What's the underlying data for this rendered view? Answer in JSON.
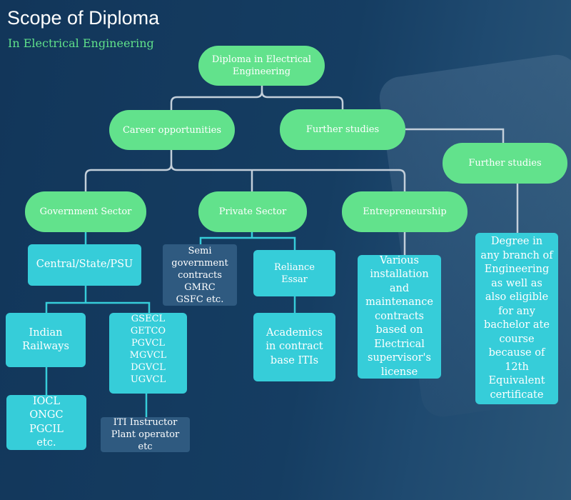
{
  "header": {
    "title": "Scope of Diploma",
    "subtitle": "In Electrical Engineering"
  },
  "nodes": {
    "root": "Diploma in Electrical Engineering",
    "career": "Career opportunities",
    "further1": "Further studies",
    "further2": "Further studies",
    "government": "Government Sector",
    "private": "Private Sector",
    "entrepreneurship": "Entrepreneurship",
    "central": "Central/State/PSU",
    "semi": "Semi\ngovernment\ncontracts\nGMRC\nGSFC etc.",
    "reliance": "Reliance\nEssar",
    "academics": "Academics\nin contract\nbase ITIs",
    "various": "Various\ninstallation\nand\nmaintenance\ncontracts\nbased on\nElectrical\nsupervisor's\nlicense",
    "degree": "Degree in\nany branch of\nEngineering\nas well as\nalso eligible\nfor any\nbachelor ate\ncourse\nbecause of\n12th\nEquivalent\ncertificate",
    "railways": "Indian\nRailways",
    "gsecl": "GSECL\nGETCO\nPGVCL\nMGVCL\nDGVCL\nUGVCL",
    "iocl": "IOCL\nONGC\nPGCIL\netc.",
    "iti": "ITI Instructor\nPlant operator\netc"
  },
  "colors": {
    "pill": "#62e28c",
    "box": "#36cdd9",
    "dark_box": "#2f5a80",
    "background": "#153d62"
  }
}
